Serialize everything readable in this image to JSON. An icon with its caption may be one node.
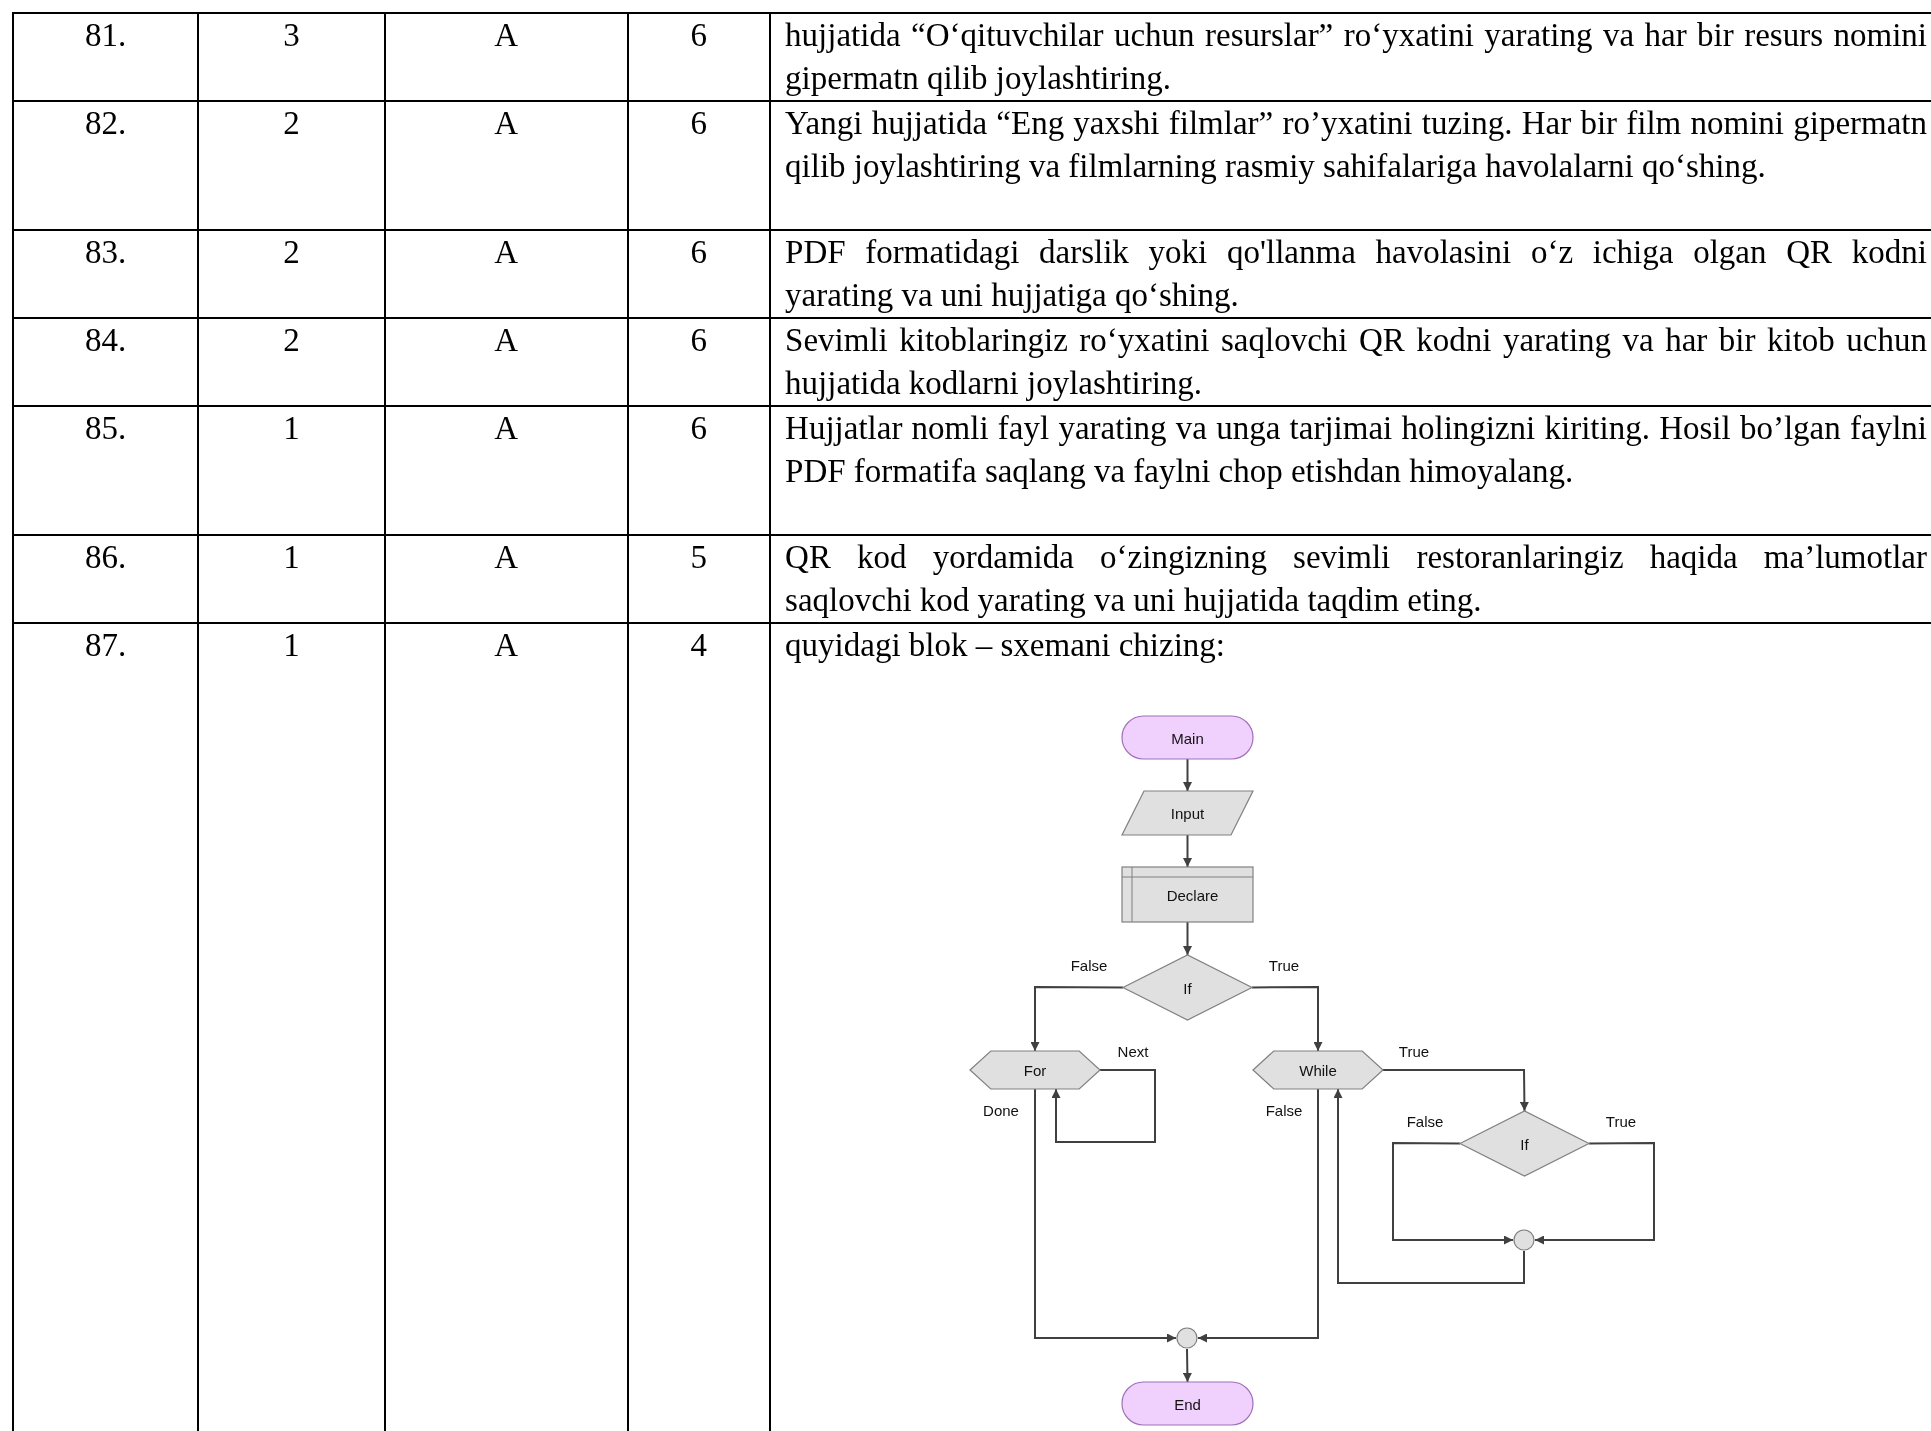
{
  "diagram": {
    "nodes": [
      {
        "text": [
          "Main"
        ]
      },
      {
        "text": [
          "Input"
        ]
      },
      {
        "text": [
          "Declare"
        ]
      },
      {
        "text": [
          "If"
        ]
      },
      {
        "text": [
          "For"
        ]
      },
      {
        "text": [
          "While"
        ]
      },
      {
        "text": [
          "If"
        ]
      },
      {
        "text": [],
        "shape": "circle"
      },
      {
        "text": [],
        "shape": "circle"
      },
      {
        "text": [
          "End"
        ]
      }
    ],
    "edges": [
      {
        "from": 0,
        "to": 1,
        "arrow": "to"
      },
      {
        "from": 1,
        "to": 2,
        "arrow": "to"
      },
      {
        "from": 2,
        "to": 3,
        "arrow": "to"
      },
      {
        "from": 3,
        "to": 4,
        "arrow": "to",
        "label": "False"
      },
      {
        "from": 3,
        "to": 5,
        "arrow": "to",
        "label": "True"
      },
      {
        "from": 4,
        "to": 4,
        "arrow": "to",
        "label": "Next"
      },
      {
        "from": 4,
        "to": 8,
        "arrow": "to",
        "label": "Done"
      },
      {
        "from": 5,
        "to": 6,
        "arrow": "to",
        "label": "True"
      },
      {
        "from": 5,
        "to": 8,
        "arrow": "to",
        "label": "False"
      },
      {
        "from": 6,
        "to": 7,
        "arrow": "to",
        "label": "False"
      },
      {
        "from": 6,
        "to": 7,
        "arrow": "to",
        "label": "True"
      },
      {
        "from": 7,
        "to": 5,
        "arrow": "to"
      },
      {
        "from": 8,
        "to": 9,
        "arrow": "to"
      }
    ],
    "labels": [
      "81.",
      "3",
      "A",
      "6",
      "hujjatida “O‘qituvchilar uchun resurslar” ro‘yxatini yarating va har bir resurs nomini gipermatn qilib joylashtiring.",
      "82.",
      "2",
      "A",
      "6",
      "Yangi hujjatida “Eng yaxshi filmlar” ro’yxatini tuzing. Har bir film nomini gipermatn qilib joylashtiring va filmlarning rasmiy sahifalariga havolalarni qo‘shing.",
      "83.",
      "2",
      "A",
      "6",
      "PDF formatidagi darslik yoki qo'llanma havolasini o‘z ichiga olgan QR kodni yarating va uni hujjatiga qo‘shing.",
      "84.",
      "2",
      "A",
      "6",
      "Sevimli kitoblaringiz ro‘yxatini saqlovchi QR kodni yarating va har bir kitob uchun hujjatida kodlarni joylashtiring.",
      "85.",
      "1",
      "A",
      "6",
      "Hujjatlar nomli fayl yarating va unga tarjimai holingizni kiriting. Hosil bo’lgan faylni PDF formatifa saqlang va faylni chop etishdan himoyalang.",
      "86.",
      "1",
      "A",
      "5",
      "QR kod yordamida o‘zingizning sevimli restoranlaringiz haqida ma’lumotlar saqlovchi kod yarating va uni hujjatida taqdim eting.",
      "87.",
      "1",
      "A",
      "4",
      "quyidagi blok – sxemani chizing:"
    ]
  }
}
